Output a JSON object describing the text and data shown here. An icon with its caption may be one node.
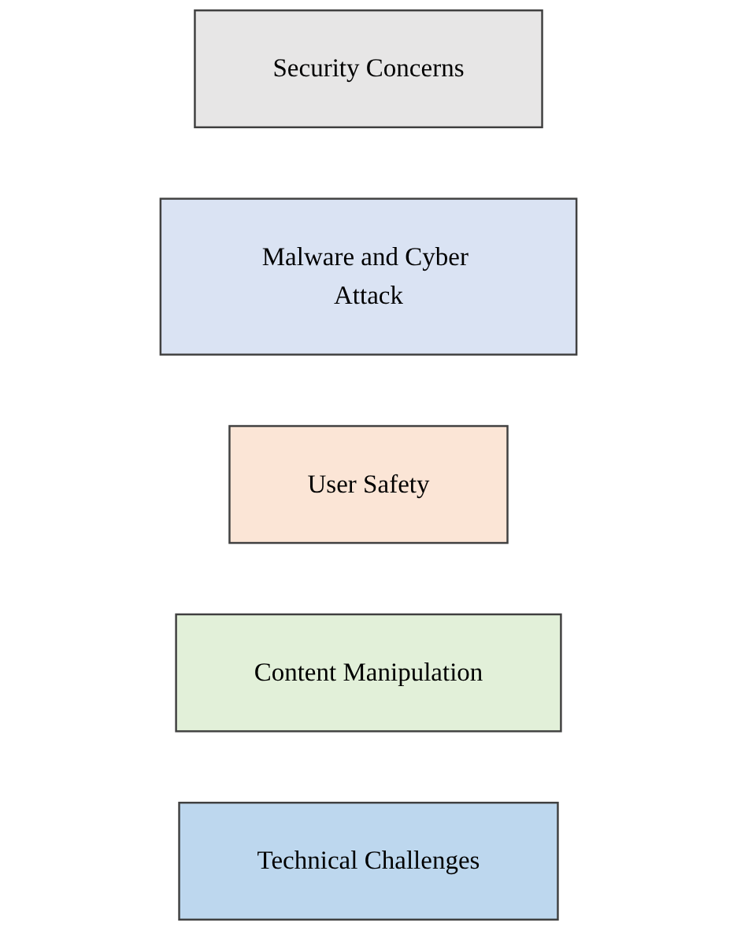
{
  "diagram": {
    "nodes": [
      {
        "text": [
          "Security Concerns"
        ]
      },
      {
        "text": [
          "Malware and Cyber Attack"
        ]
      },
      {
        "text": [
          "User Safety"
        ]
      },
      {
        "text": [
          "Content Manipulation"
        ]
      },
      {
        "text": [
          "Technical Challenges"
        ]
      }
    ]
  }
}
